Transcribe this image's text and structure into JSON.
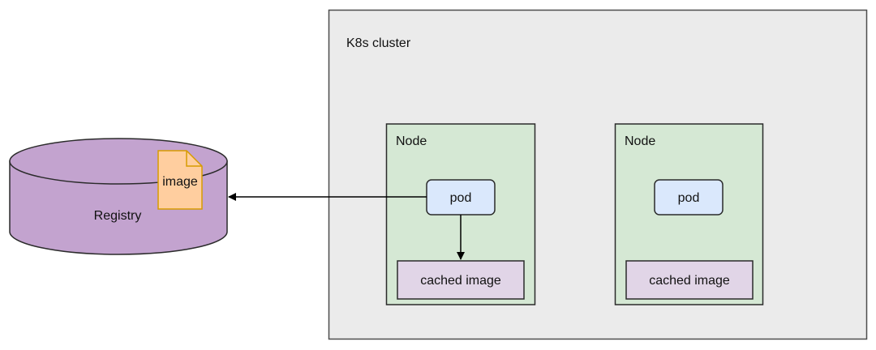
{
  "cluster": {
    "label": "K8s cluster",
    "nodes": [
      {
        "label": "Node",
        "pod_label": "pod",
        "cache_label": "cached image"
      },
      {
        "label": "Node",
        "pod_label": "pod",
        "cache_label": "cached image"
      }
    ]
  },
  "registry": {
    "label": "Registry",
    "document_label": "image"
  },
  "colors": {
    "cluster_fill": "#ebebeb",
    "node_fill": "#d5e8d4",
    "node_stroke": "#82b366",
    "pod_fill": "#dae8fc",
    "pod_stroke": "#6c8ebf",
    "cache_fill": "#e1d5e7",
    "cache_stroke": "#9673a6",
    "registry_fill": "#c3a3cf",
    "document_fill": "#ffce9f",
    "document_stroke": "#d79b00"
  }
}
